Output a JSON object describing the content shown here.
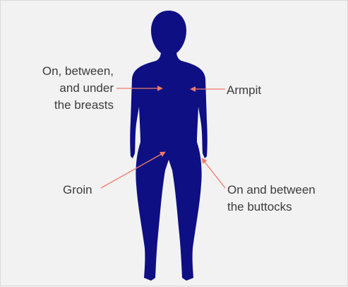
{
  "labels": {
    "breasts": [
      "On, between,",
      "and under",
      "the breasts"
    ],
    "armpit": "Armpit",
    "groin": "Groin",
    "buttocks": [
      "On and between",
      "the buttocks"
    ]
  },
  "colors": {
    "background": "#f2f2f2",
    "silhouette": "#0e0f82",
    "leader_line": "#f07a6a",
    "text": "#3c3c3c"
  }
}
